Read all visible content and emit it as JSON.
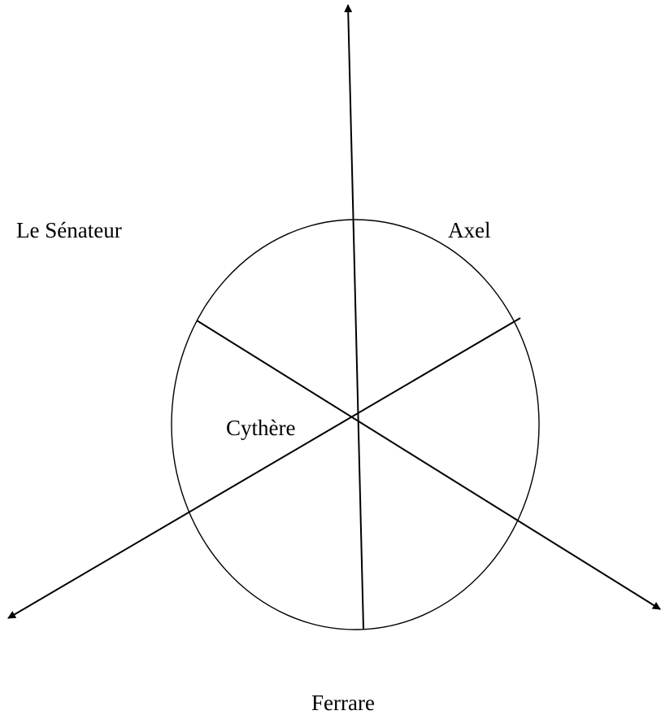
{
  "labels": {
    "top_left": "Le Sénateur",
    "top_right": "Axel",
    "center": "Cythère",
    "bottom": "Ferrare"
  },
  "colors": {
    "stroke": "#000000",
    "background": "#ffffff"
  }
}
